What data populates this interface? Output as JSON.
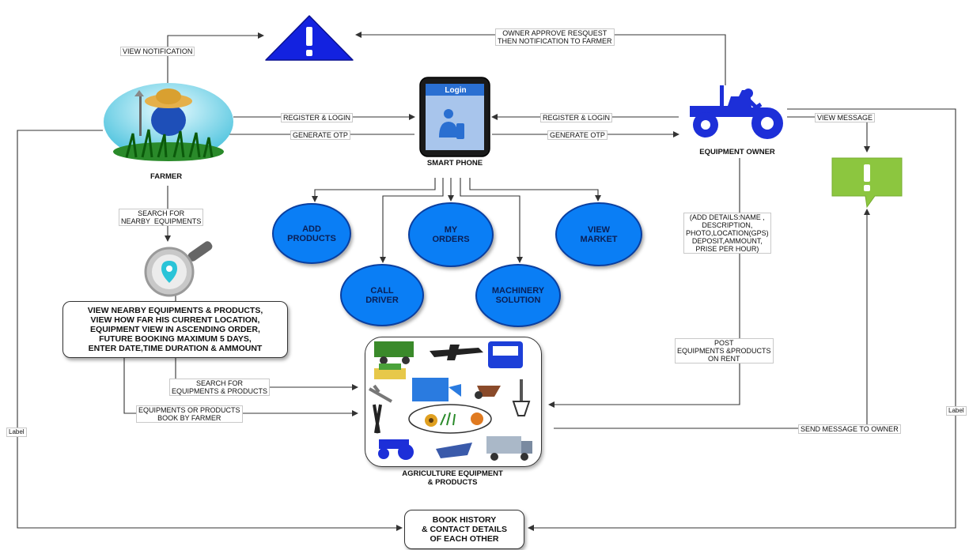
{
  "nodes": {
    "farmer": "FARMER",
    "smartphone": "SMART PHONE",
    "phone_screen": "Login",
    "owner": "EQUIPMENT OWNER",
    "equipment_group": "AGRICULTURE EQUIPMENT\n& PRODUCTS",
    "history": "BOOK HISTORY\n& CONTACT DETAILS\nOF EACH OTHER",
    "farmer_view": "VIEW NEARBY EQUIPMENTS & PRODUCTS,\nVIEW HOW FAR HIS CURRENT LOCATION,\nEQUIPMENT VIEW IN ASCENDING ORDER,\nFUTURE BOOKING MAXIMUM 5 DAYS,\nENTER DATE,TIME DURATION & AMMOUNT"
  },
  "menu": {
    "add_products": "ADD\nPRODUCTS",
    "my_orders": "MY\nORDERS",
    "view_market": "VIEW\nMARKET",
    "call_driver": "CALL\nDRIVER",
    "machinery_solution": "MACHINERY\nSOLUTION"
  },
  "edges": {
    "view_notification": "VIEW NOTIFICATION",
    "owner_approve": "OWNER APPROVE RESQUEST\nTHEN NOTIFICATION TO FARMER",
    "register_login_left": "REGISTER & LOGIN",
    "generate_otp_left": "GENERATE OTP",
    "register_login_right": "REGISTER & LOGIN",
    "generate_otp_right": "GENERATE OTP",
    "view_message": "VIEW MESSAGE",
    "search_nearby": "SEARCH FOR\nNEARBY  EQUIPMENTS",
    "search_equipments": "SEARCH FOR\nEQUIPMENTS & PRODUCTS",
    "book_by_farmer": "EQUIPMENTS OR PRODUCTS\nBOOK BY FARMER",
    "add_details": "(ADD DETAILS:NAME ,\nDESCRIPTION,\nPHOTO,LOCATION(GPS)\nDEPOSIT,AMMOUNT,\nPRISE PER HOUR)",
    "post_equipments": "POST\nEQUIPMENTS &PRODUCTS\nON RENT",
    "send_message": "SEND MESSAGE TO OWNER",
    "label_left": "Label",
    "label_right": "Label"
  },
  "colors": {
    "accent_blue": "#0a7ef5",
    "dark_blue": "#0a3fa0",
    "tractor_blue": "#1d2fd8",
    "message_green": "#8cc63f",
    "line": "#333333"
  }
}
